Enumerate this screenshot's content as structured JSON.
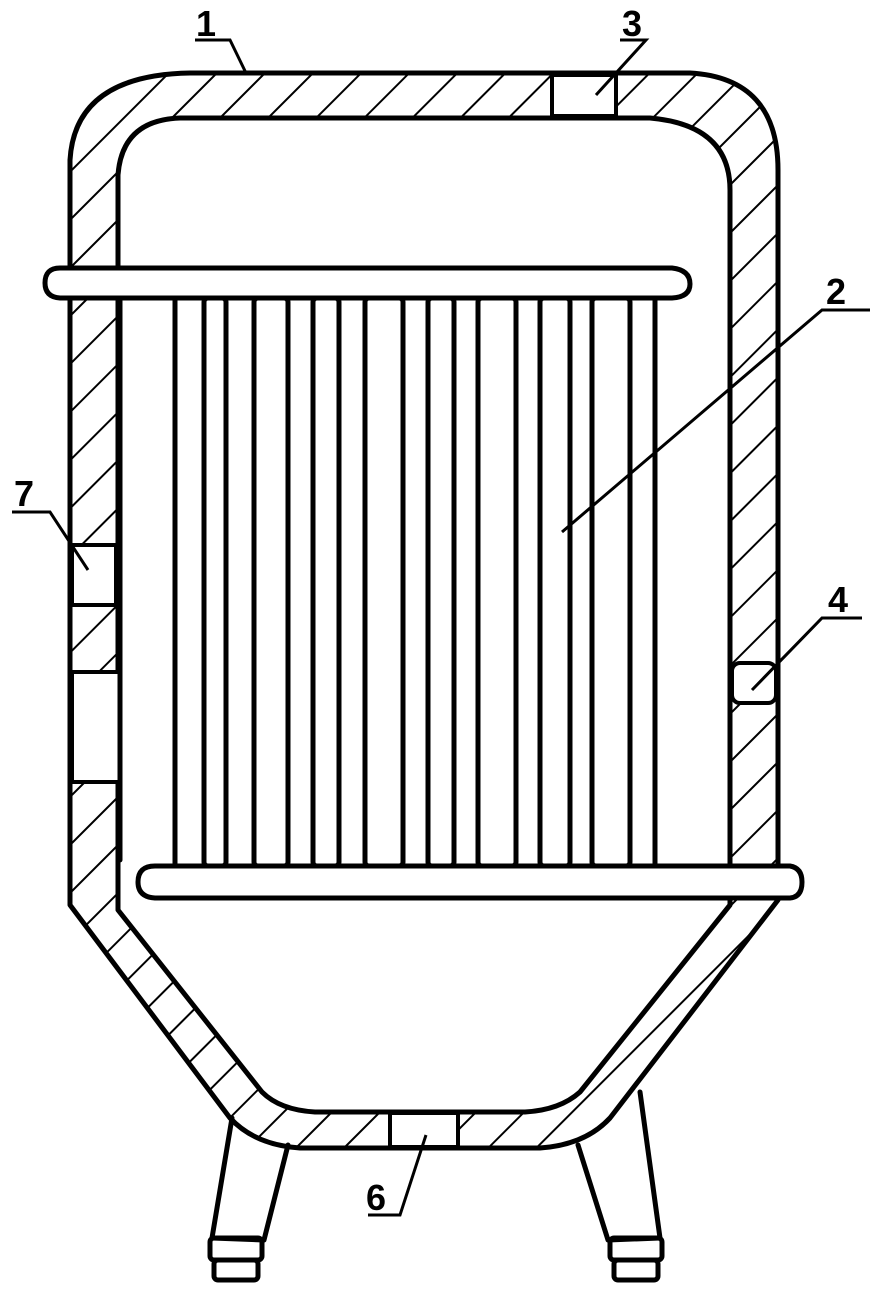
{
  "labels": {
    "vessel_shell": "1",
    "heat_exchange_tubes": "2",
    "top_port": "3",
    "side_port": "4",
    "bottom_port": "6",
    "side_window": "7"
  },
  "colors": {
    "line": "#000000",
    "background": "#ffffff"
  }
}
